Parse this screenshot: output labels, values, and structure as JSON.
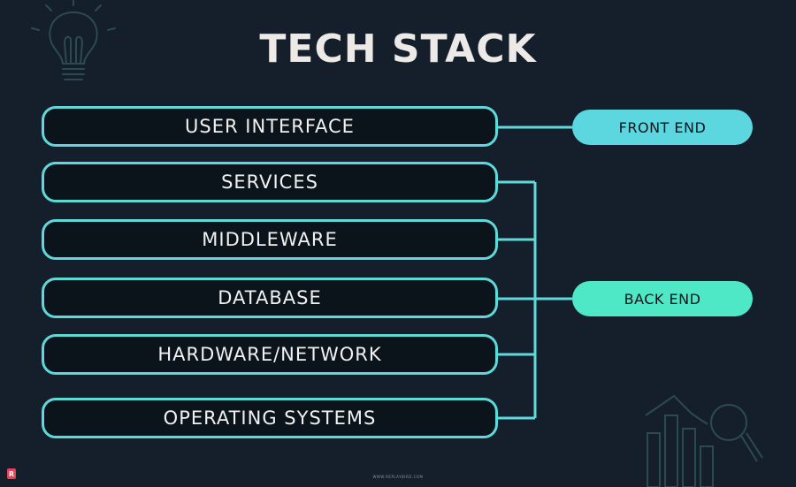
{
  "title": "TECH STACK",
  "layers": [
    {
      "label": "USER INTERFACE"
    },
    {
      "label": "SERVICES"
    },
    {
      "label": "MIDDLEWARE"
    },
    {
      "label": "DATABASE"
    },
    {
      "label": "HARDWARE/NETWORK"
    },
    {
      "label": "OPERATING SYSTEMS"
    }
  ],
  "groups": {
    "front": "FRONT END",
    "back": "BACK END"
  },
  "footer": "WWW.REPLAYBIRD.COM",
  "logo_letter": "R",
  "colors": {
    "background": "#151f2b",
    "front_accent": "#5cd6df",
    "back_accent": "#4ee8c6",
    "box_fill": "#0b141b"
  }
}
